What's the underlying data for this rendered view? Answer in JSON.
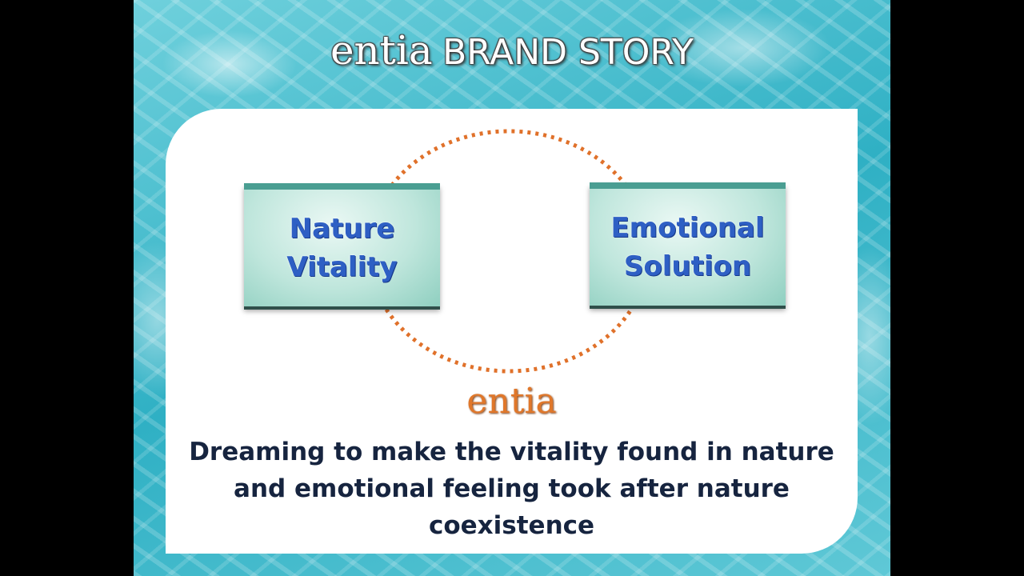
{
  "title": {
    "brand": "entia",
    "rest": "BRAND STORY"
  },
  "boxes": [
    {
      "line1": "Nature",
      "line2": "Vitality"
    },
    {
      "line1": "Emotional",
      "line2": "Solution"
    }
  ],
  "logo": "entia",
  "tagline": "Dreaming to make the vitality found in nature and emotional feeling took after nature coexistence",
  "colors": {
    "accent": "#e0772a",
    "text": "#16243f",
    "box_text": "#2e5fc4"
  }
}
